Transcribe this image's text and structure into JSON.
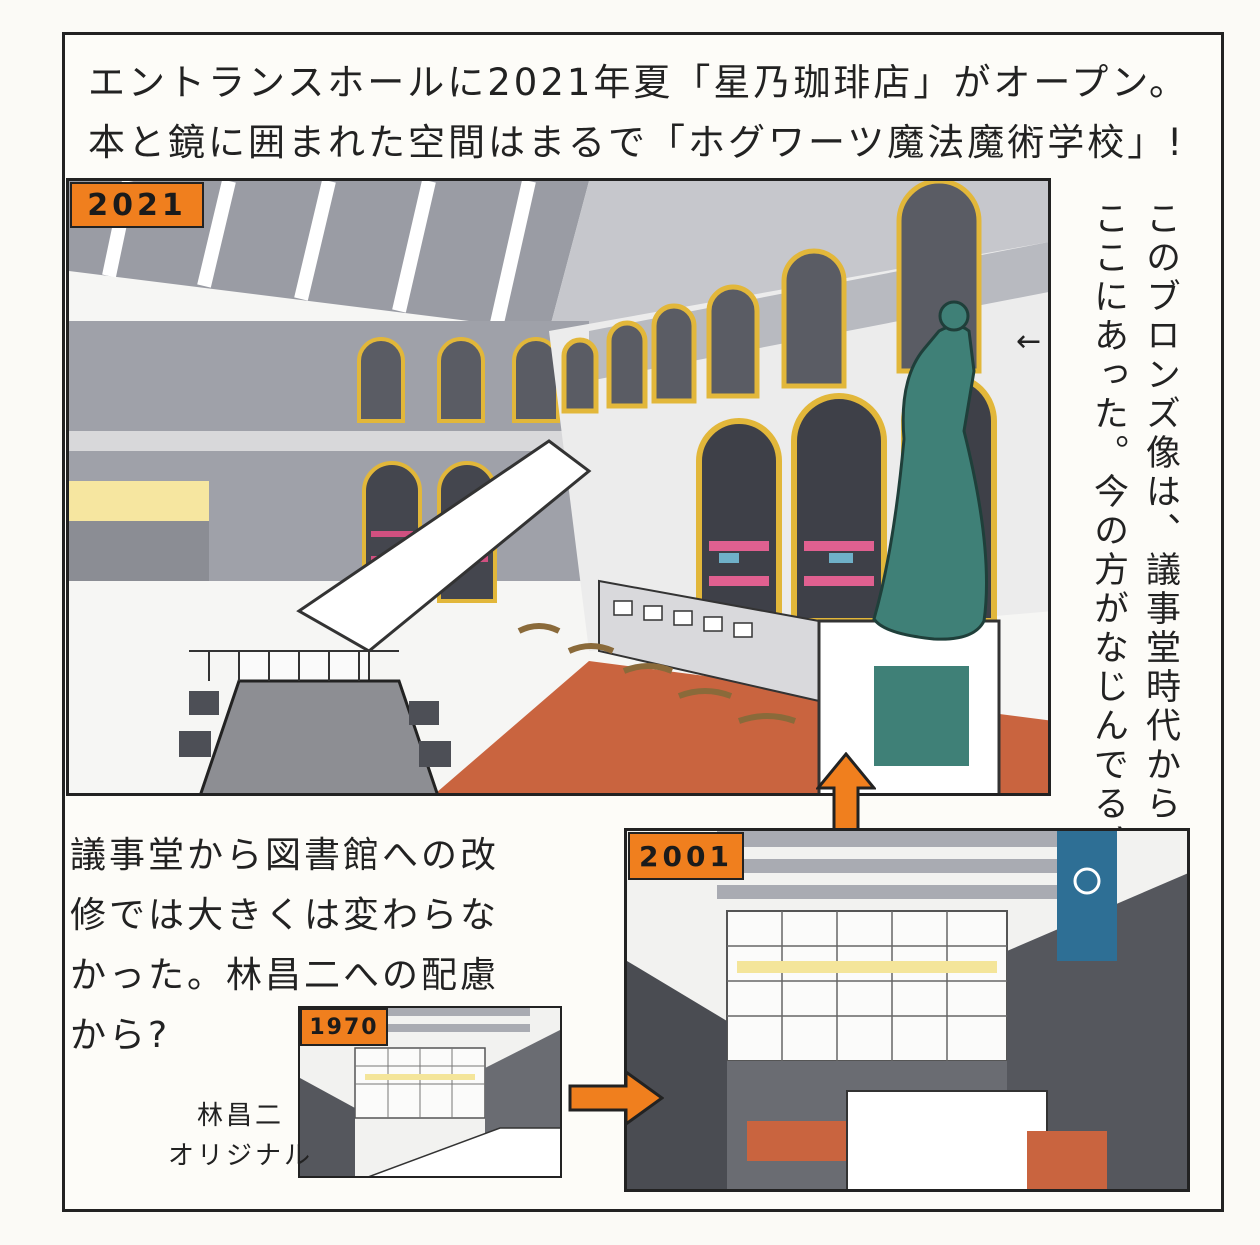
{
  "headline": {
    "line1": "エントランスホールに2021年夏「星乃珈琲店」がオープン。",
    "line2": "本と鏡に囲まれた空間はまるで「ホグワーツ魔法魔術学校」!"
  },
  "tags": {
    "y2021": "2021",
    "y2001": "2001",
    "y1970": "1970"
  },
  "side_note": {
    "line1": "このブロンズ像は、議事堂時代から",
    "line2": "ここにあった。今の方がなじんでる?"
  },
  "paragraph": {
    "line1": "議事堂から図書館への改",
    "line2": "修では大きくは変わらな",
    "line3": "かった。林昌二への配慮",
    "line4": "から?"
  },
  "caption_1970": {
    "line1": "林昌二",
    "line2": "オリジナル"
  },
  "colors": {
    "accent_orange": "#f07f1e",
    "gray_wash": "#8e9098",
    "gold_frame": "#e2b73a",
    "teal_bronze": "#3f8077",
    "floor_terracotta": "#c9643f"
  }
}
